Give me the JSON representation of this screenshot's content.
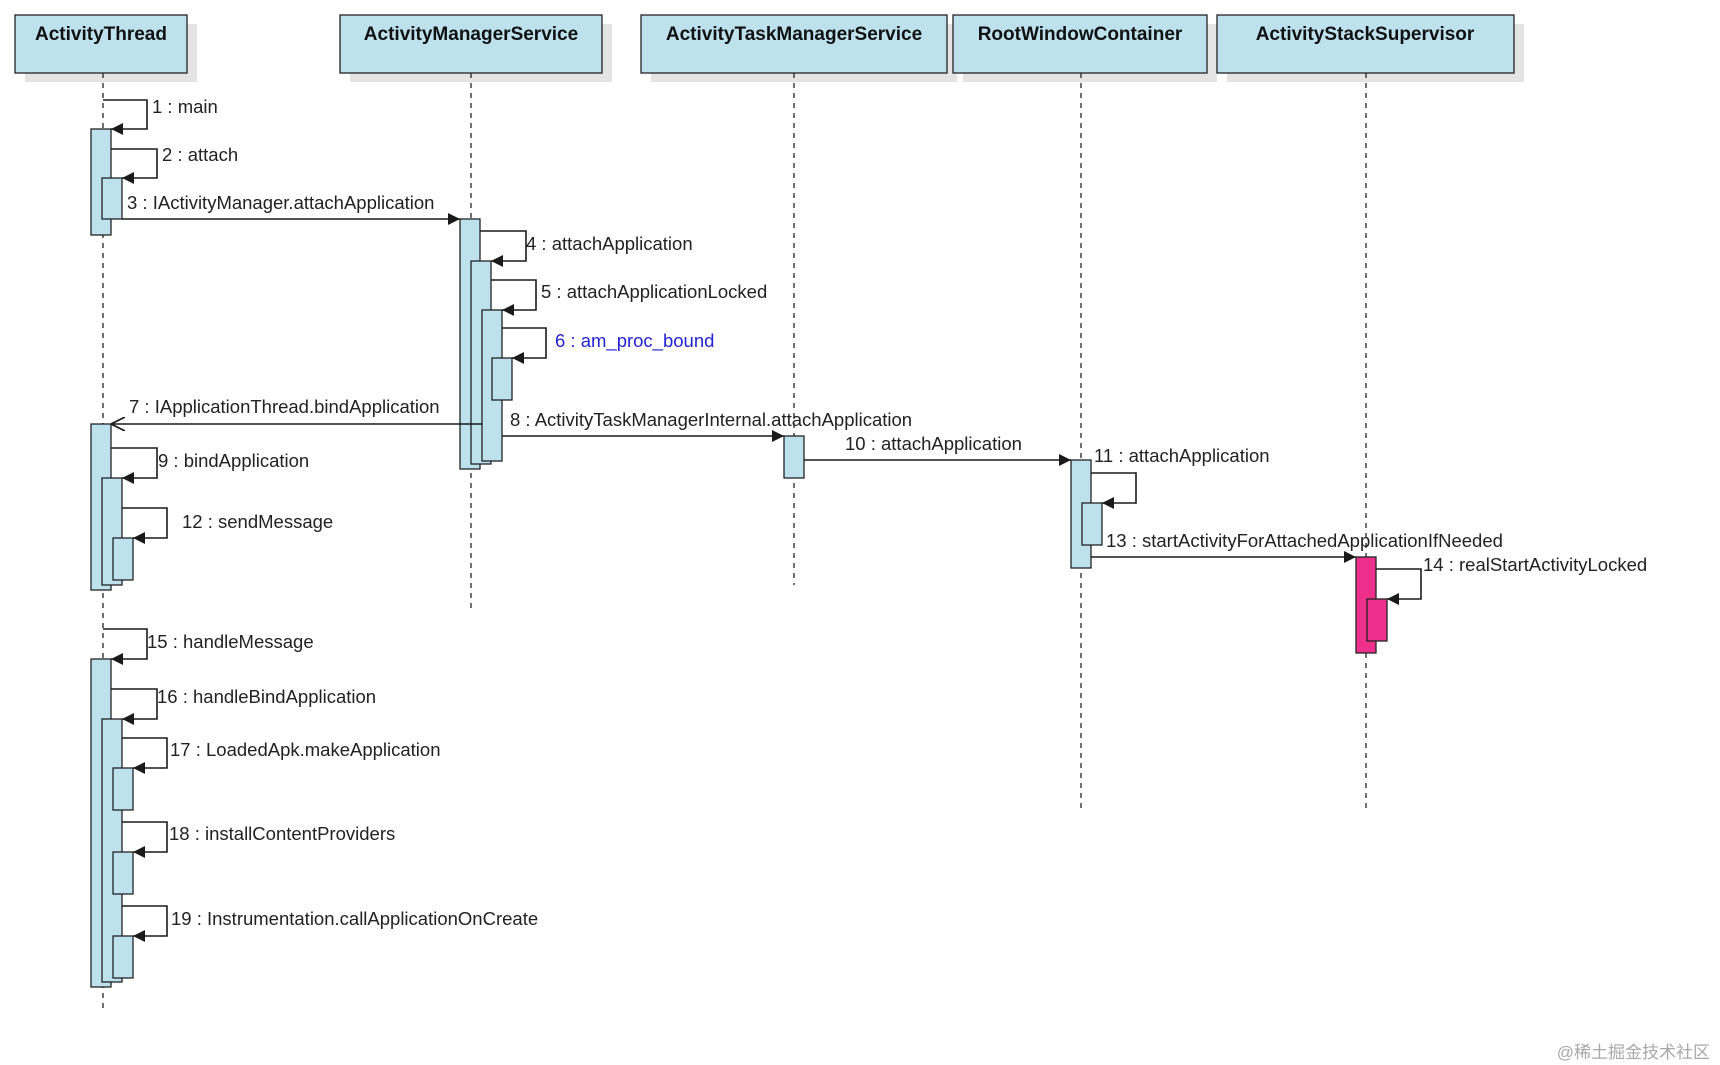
{
  "colors": {
    "lifeline_box": "#bde2ee",
    "activation": "#bde2ee",
    "activation_highlight": "#ee2f8c",
    "shadow": "#e4e4e4",
    "line": "#1a1a1a",
    "label": "#222222",
    "label_highlight": "#2323d4"
  },
  "lifelines": [
    {
      "name": "ActivityThread"
    },
    {
      "name": "ActivityManagerService"
    },
    {
      "name": "ActivityTaskManagerService"
    },
    {
      "name": "RootWindowContainer"
    },
    {
      "name": "ActivityStackSupervisor"
    }
  ],
  "messages": [
    {
      "label": "1 : main",
      "from": 0,
      "to": 0,
      "type": "self"
    },
    {
      "label": "2 : attach",
      "from": 0,
      "to": 0,
      "type": "self"
    },
    {
      "label": "3 : IActivityManager.attachApplication",
      "from": 0,
      "to": 1,
      "type": "sync"
    },
    {
      "label": "4 : attachApplication",
      "from": 1,
      "to": 1,
      "type": "self"
    },
    {
      "label": "5 : attachApplicationLocked",
      "from": 1,
      "to": 1,
      "type": "self"
    },
    {
      "label": "6 : am_proc_bound",
      "from": 1,
      "to": 1,
      "type": "self",
      "highlight": true
    },
    {
      "label": "7 : IApplicationThread.bindApplication",
      "from": 1,
      "to": 0,
      "type": "async"
    },
    {
      "label": "8 : ActivityTaskManagerInternal.attachApplication",
      "from": 1,
      "to": 2,
      "type": "sync"
    },
    {
      "label": "9 : bindApplication",
      "from": 0,
      "to": 0,
      "type": "self"
    },
    {
      "label": "10 : attachApplication",
      "from": 2,
      "to": 3,
      "type": "sync"
    },
    {
      "label": "11 : attachApplication",
      "from": 3,
      "to": 3,
      "type": "self"
    },
    {
      "label": "12 : sendMessage",
      "from": 0,
      "to": 0,
      "type": "self"
    },
    {
      "label": "13 : startActivityForAttachedApplicationIfNeeded",
      "from": 3,
      "to": 4,
      "type": "sync"
    },
    {
      "label": "14 : realStartActivityLocked",
      "from": 4,
      "to": 4,
      "type": "self"
    },
    {
      "label": "15 : handleMessage",
      "from": 0,
      "to": 0,
      "type": "self"
    },
    {
      "label": "16 : handleBindApplication",
      "from": 0,
      "to": 0,
      "type": "self"
    },
    {
      "label": "17 : LoadedApk.makeApplication",
      "from": 0,
      "to": 0,
      "type": "self"
    },
    {
      "label": "18 : installContentProviders",
      "from": 0,
      "to": 0,
      "type": "self"
    },
    {
      "label": "19 : Instrumentation.callApplicationOnCreate",
      "from": 0,
      "to": 0,
      "type": "self"
    }
  ],
  "watermark": "@稀土掘金技术社区"
}
